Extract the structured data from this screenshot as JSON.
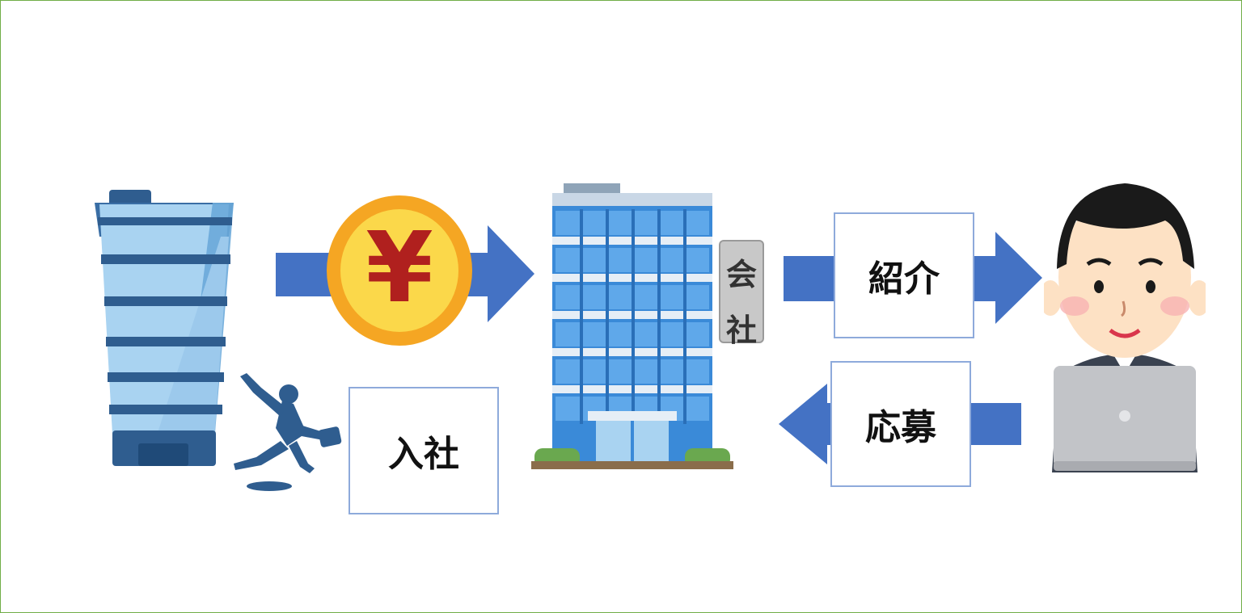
{
  "labels": {
    "introduce": "紹介",
    "apply": "応募",
    "join": "入社"
  },
  "sign": {
    "char1": "会",
    "char2": "社"
  },
  "coin_symbol": "¥",
  "icons": {
    "client_company": "skyscraper-icon",
    "agency": "office-building-icon",
    "candidate": "businessman-laptop-icon",
    "fee": "yen-coin-icon",
    "joining": "jumping-worker-icon"
  },
  "colors": {
    "arrow": "#4472c4",
    "box_border": "#8eaadb",
    "frame": "#70ad47",
    "coin_outer": "#f5a623",
    "coin_inner": "#fbd84a",
    "yen": "#b0201e"
  }
}
